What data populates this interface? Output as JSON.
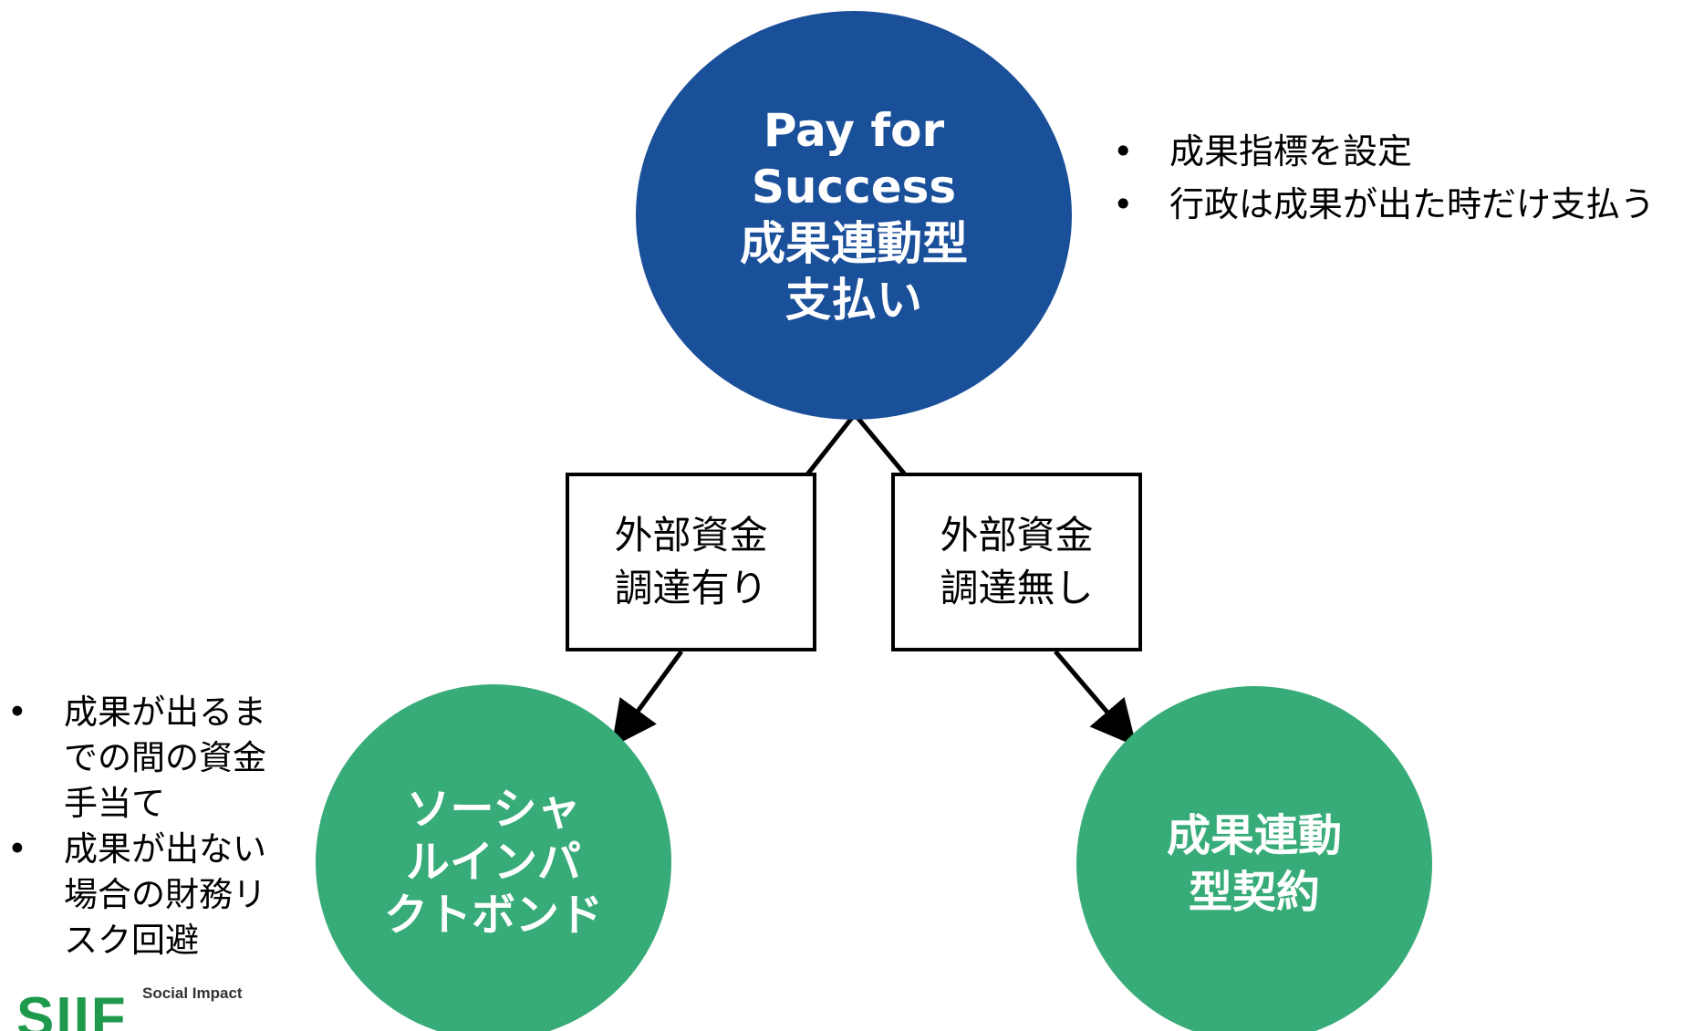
{
  "top_circle": {
    "lines": [
      "Pay for",
      "Success",
      "成果連動型",
      "支払い"
    ],
    "color": "#1a4f9a"
  },
  "top_notes": [
    "成果指標を設定",
    "行政は成果が出た時だけ支払う"
  ],
  "branch_left": {
    "box_lines": [
      "外部資金",
      "調達有り"
    ],
    "circle_lines": [
      "ソーシャ",
      "ルインパ",
      "クトボンド"
    ],
    "notes": [
      [
        "成果が出るま",
        "での間の資金",
        "手当て"
      ],
      [
        "成果が出ない",
        "場合の財務リ",
        "スク回避"
      ]
    ]
  },
  "branch_right": {
    "box_lines": [
      "外部資金",
      "調達無し"
    ],
    "circle_lines": [
      "成果連動",
      "型契約"
    ]
  },
  "leaf_color": "#37ab78",
  "logo": {
    "mark": "SIIF",
    "text": "Social Impact"
  }
}
